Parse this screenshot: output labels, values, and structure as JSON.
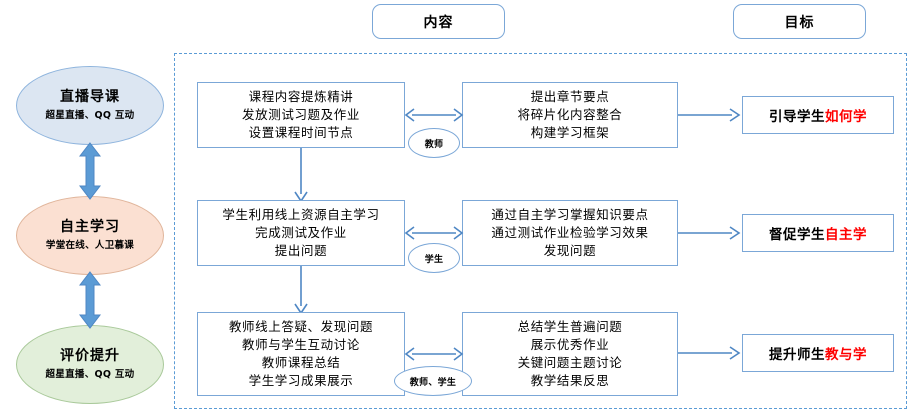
{
  "headers": [
    {
      "label": "内容",
      "name": "header-content"
    },
    {
      "label": "目标",
      "name": "header-goal"
    }
  ],
  "stages": [
    {
      "title": "直播导课",
      "subtitle": "超星直播、QQ 互动",
      "fill": "#dce6f2",
      "stroke": "#8eb4dd"
    },
    {
      "title": "自主学习",
      "subtitle": "学堂在线、人卫慕课",
      "fill": "#fbe0d2",
      "stroke": "#e0b59b"
    },
    {
      "title": "评价提升",
      "subtitle": "超星直播、QQ 互动",
      "fill": "#e2efda",
      "stroke": "#a9c99a"
    }
  ],
  "rows": [
    {
      "left_box": {
        "lines": [
          "课程内容提炼精讲",
          "发放测试习题及作业",
          "设置课程时间节点"
        ]
      },
      "right_box": {
        "lines": [
          "提出章节要点",
          "将碎片化内容整合",
          "构建学习框架"
        ]
      },
      "actor": "教师",
      "goal": {
        "prefix": "引导学生",
        "highlight": "如何学"
      }
    },
    {
      "left_box": {
        "lines": [
          "学生利用线上资源自主学习",
          "完成测试及作业",
          "提出问题"
        ]
      },
      "right_box": {
        "lines": [
          "通过自主学习掌握知识要点",
          "通过测试作业检验学习效果",
          "发现问题"
        ]
      },
      "actor": "学生",
      "goal": {
        "prefix": "督促学生",
        "highlight": "自主学"
      }
    },
    {
      "left_box": {
        "lines": [
          "教师线上答疑、发现问题",
          "教师与学生互动讨论",
          "教师课程总结",
          "学生学习成果展示"
        ]
      },
      "right_box": {
        "lines": [
          "总结学生普遍问题",
          "展示优秀作业",
          "关键问题主题讨论",
          "教学结果反思"
        ]
      },
      "actor": "教师、学生",
      "goal": {
        "prefix": "提升师生",
        "highlight": "教与学"
      }
    }
  ],
  "colors": {
    "accent_blue": "#5b9bd5",
    "box_border": "#7ba7d7",
    "highlight_red": "#ff0000",
    "arrow_blue": "#4f87c4",
    "thick_arrow": "#5b9bd5"
  }
}
